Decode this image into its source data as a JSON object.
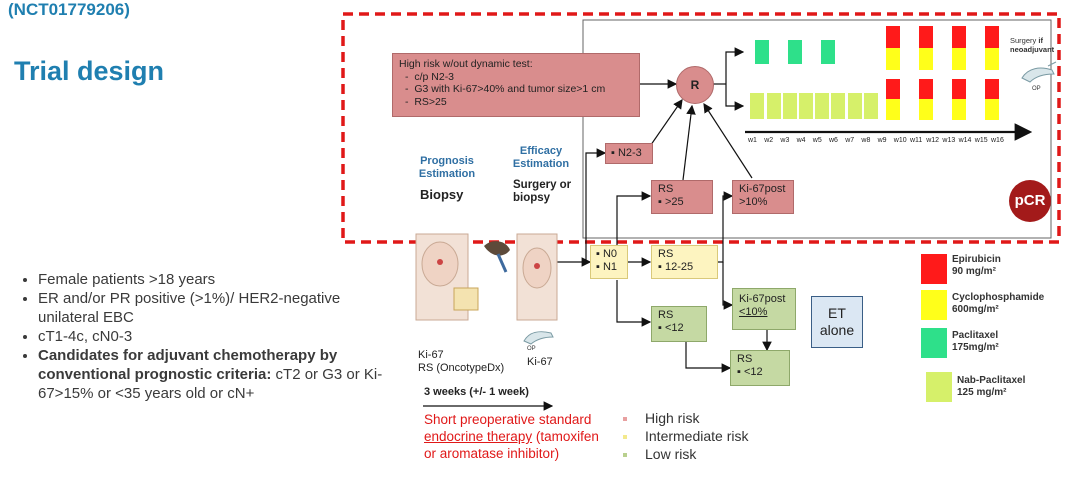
{
  "header": {
    "trial_id": "(NCT01779206)",
    "title": "Trial design"
  },
  "criteria": [
    "Female patients >18 years",
    "ER and/or PR positive (>1%)/ HER2-negative unilateral EBC",
    "cT1-4c, cN0-3"
  ],
  "criteria_bold": {
    "bold_part": "Candidates for adjuvant chemotherapy by conventional prognostic criteria:",
    "rest": " cT2 or G3 or Ki-67>15% or <35 years old or cN+"
  },
  "high_risk_box": {
    "line1": "High risk w/out dynamic test:",
    "items": [
      "c/p N2-3",
      "G3 with Ki-67>40% and tumor size>1 cm",
      "RS>25"
    ]
  },
  "randomize_label": "R",
  "weeks": [
    "w1",
    "w2",
    "w3",
    "w4",
    "w5",
    "w6",
    "w7",
    "w8",
    "w9",
    "w10",
    "w11",
    "w12",
    "w13",
    "w14",
    "w15",
    "w16"
  ],
  "surgery_label": {
    "prefix": "Surgery ",
    "bold": "if neoadjuvant"
  },
  "op_label": "OP",
  "pcr_label": "pCR",
  "stage_labels": {
    "prognosis": "Prognosis Estimation",
    "efficacy": "Efficacy Estimation",
    "biopsy": "Biopsy",
    "surgery": "Surgery or biopsy"
  },
  "boxes": {
    "n23": "▪ N2-3",
    "rs_high_title": "RS",
    "rs_high_val": "▪ >25",
    "ki_post_high_title": "Ki-67post",
    "ki_post_high_val": ">10%",
    "n01_a": "▪ N0",
    "n01_b": "▪ N1",
    "rs_mid_title": "RS",
    "rs_mid_val": "▪ 12-25",
    "ki_post_low_title": "Ki-67post",
    "ki_post_low_val": "<10%",
    "rs_low_title": "RS",
    "rs_low_val": "▪ <12",
    "rs_low2_title": "RS",
    "rs_low2_val": "▪ <12",
    "et_alone": "ET alone"
  },
  "bottom_labels": {
    "ki67_left": "Ki-67",
    "rs_oncotype": "RS (OncotypeDx)",
    "ki67_right": "Ki-67",
    "op": "OP",
    "weeks": "3 weeks (+/- 1 week)",
    "therapy_line1": "Short preoperative standard",
    "therapy_line2a": "endocrine therapy",
    "therapy_line2b": " (tamoxifen",
    "therapy_line3": "or aromatase inhibitor)"
  },
  "risk_legend": [
    {
      "label": "High risk",
      "color": "#e8a0a0"
    },
    {
      "label": "Intermediate risk",
      "color": "#f3e98c"
    },
    {
      "label": "Low risk",
      "color": "#b9d08e"
    }
  ],
  "drug_legend": [
    {
      "name": "Epirubicin",
      "dose": "90 mg/m²",
      "color": "#ff1a1a"
    },
    {
      "name": "Cyclophosphamide",
      "dose": "600mg/m²",
      "color": "#ffff1a"
    },
    {
      "name": "Paclitaxel",
      "dose": "175mg/m²",
      "color": "#2ee08a"
    },
    {
      "name": "Nab-Paclitaxel",
      "dose": "125 mg/m²",
      "color": "#d6f06a"
    }
  ],
  "colors": {
    "title_blue": "#1f7fb0",
    "dashed_red": "#e01818",
    "pcr_bg": "#a31a1a"
  }
}
